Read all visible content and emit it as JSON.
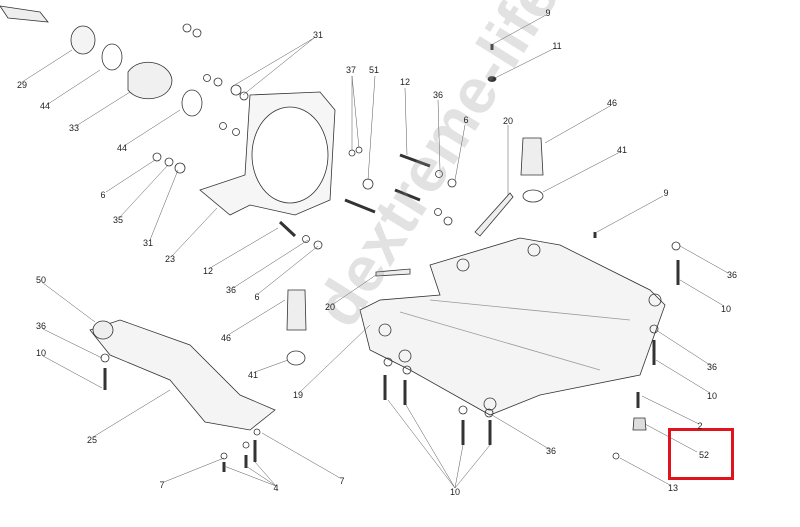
{
  "watermark": "dextreme-life.ru",
  "highlight_color": "#e0141e",
  "highlighted_part": "52",
  "labels": [
    "29",
    "44",
    "33",
    "44",
    "6",
    "35",
    "31",
    "23",
    "12",
    "36",
    "6",
    "31",
    "37",
    "51",
    "12",
    "36",
    "6",
    "9",
    "11",
    "20",
    "46",
    "41",
    "9",
    "36",
    "10",
    "36",
    "10",
    "2",
    "52",
    "13",
    "10",
    "36",
    "19",
    "20",
    "46",
    "41",
    "50",
    "36",
    "10",
    "25",
    "7",
    "4",
    "7"
  ]
}
